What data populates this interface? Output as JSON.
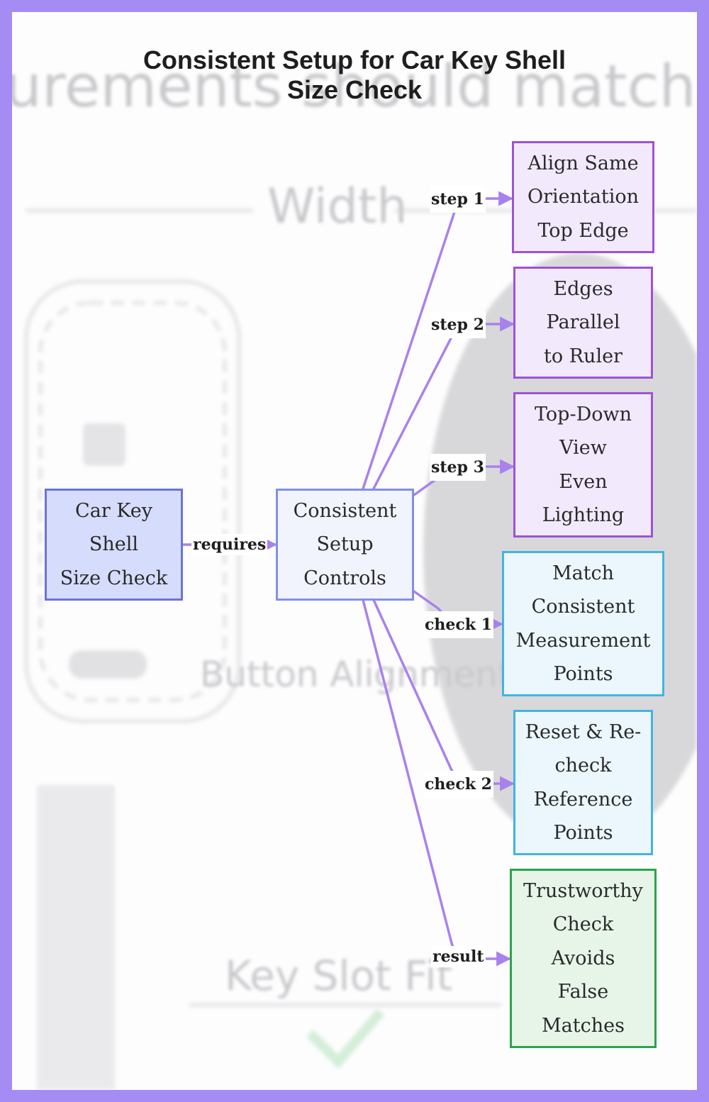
{
  "diagram": {
    "title_lines": [
      "Consistent Setup for Car Key Shell",
      "Size Check"
    ],
    "background_words": {
      "top": "urements should match c",
      "width": "Width",
      "button": "Button Alignment",
      "slot": "Key Slot Fit"
    },
    "nodes": {
      "key_check": {
        "lines": [
          "Car Key",
          "Shell",
          "Size Check"
        ]
      },
      "setup_controls": {
        "lines": [
          "Consistent",
          "Setup",
          "Controls"
        ]
      },
      "step1": {
        "lines": [
          "Align Same",
          "Orientation",
          "Top Edge"
        ]
      },
      "step2": {
        "lines": [
          "Edges",
          "Parallel",
          "to Ruler"
        ]
      },
      "step3": {
        "lines": [
          "Top-Down",
          "View",
          "Even",
          "Lighting"
        ]
      },
      "check1": {
        "lines": [
          "Match",
          "Consistent",
          "Measurement",
          "Points"
        ]
      },
      "check2": {
        "lines": [
          "Reset & Re-",
          "check",
          "Reference",
          "Points"
        ]
      },
      "result": {
        "lines": [
          "Trustworthy",
          "Check",
          "Avoids",
          "False",
          "Matches"
        ]
      }
    },
    "edge_labels": {
      "requires": "requires",
      "step1": "step 1",
      "step2": "step 2",
      "step3": "step 3",
      "check1": "check 1",
      "check2": "check 2",
      "result": "result"
    },
    "colors": {
      "frame": "#a58bf4",
      "edge": "#a882ec",
      "node_blue": "#6a75d3",
      "node_purple": "#9e52d6",
      "node_cyan": "#45b2e3",
      "node_green": "#2ea34c"
    }
  }
}
